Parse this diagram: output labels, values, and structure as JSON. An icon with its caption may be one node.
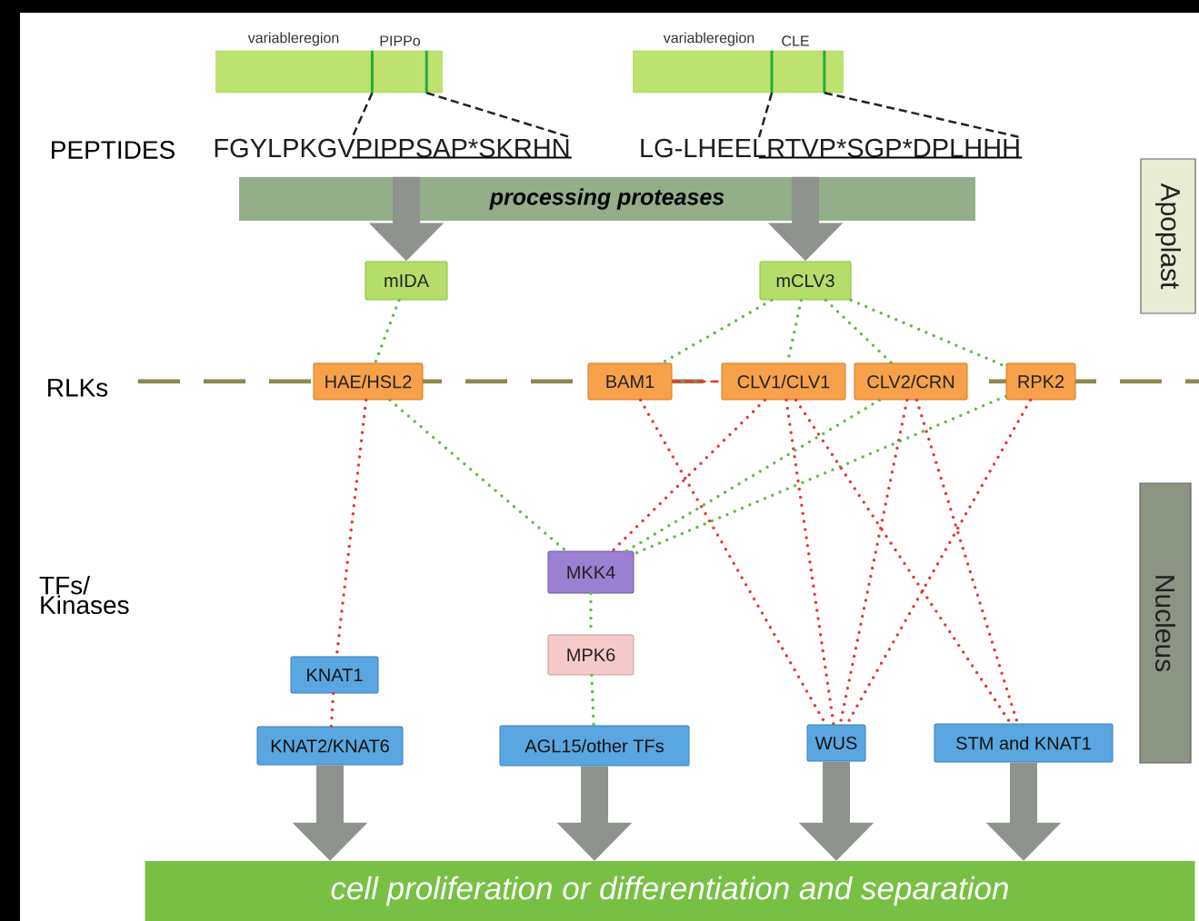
{
  "diagram": {
    "nodes": [
      {
        "text": [
          "variableregion",
          "PIPPo"
        ]
      },
      {
        "text": [
          "variableregion",
          "CLE"
        ]
      },
      {
        "text": [
          "FGYLPKGVPIPPSAP*SKRHN"
        ]
      },
      {
        "text": [
          "LG-LHEELRTVP*SGP*DPLHHH"
        ]
      },
      {
        "text": [
          "processing proteases"
        ]
      },
      {
        "text": [
          "mIDA"
        ]
      },
      {
        "text": [
          "mCLV3"
        ]
      },
      {
        "text": [
          "HAE/HSL2"
        ]
      },
      {
        "text": [
          "BAM1"
        ]
      },
      {
        "text": [
          "CLV1/CLV1"
        ]
      },
      {
        "text": [
          "CLV2/CRN"
        ]
      },
      {
        "text": [
          "RPK2"
        ]
      },
      {
        "text": [
          "MKK4"
        ]
      },
      {
        "text": [
          "MPK6"
        ]
      },
      {
        "text": [
          "KNAT1"
        ]
      },
      {
        "text": [
          "KNAT2/KNAT6"
        ]
      },
      {
        "text": [
          "AGL15/other TFs"
        ]
      },
      {
        "text": [
          "WUS"
        ]
      },
      {
        "text": [
          "STM and KNAT1"
        ]
      },
      {
        "text": [
          "cell proliferation or differentiation and separation"
        ]
      },
      {
        "text": [
          "Apoplast"
        ]
      },
      {
        "text": [
          "Nucleus"
        ]
      }
    ],
    "edges": [
      {
        "from": 0,
        "to": 2,
        "arrow": "none",
        "style": "dashed",
        "color": "#222222"
      },
      {
        "from": 0,
        "to": 2,
        "arrow": "none",
        "style": "dashed",
        "color": "#222222"
      },
      {
        "from": 1,
        "to": 3,
        "arrow": "none",
        "style": "dashed",
        "color": "#222222"
      },
      {
        "from": 1,
        "to": 3,
        "arrow": "none",
        "style": "dashed",
        "color": "#222222"
      },
      {
        "from": 4,
        "to": 5,
        "arrow": "to",
        "style": "thick",
        "color": "#8e938e"
      },
      {
        "from": 4,
        "to": 6,
        "arrow": "to",
        "style": "thick",
        "color": "#8e938e"
      },
      {
        "from": 5,
        "to": 7,
        "arrow": "none",
        "style": "dashed"
      },
      {
        "from": 6,
        "to": 8,
        "arrow": "none",
        "style": "dashed"
      },
      {
        "from": 6,
        "to": 9,
        "arrow": "none",
        "style": "dashed"
      },
      {
        "from": 6,
        "to": 10,
        "arrow": "none",
        "style": "dashed"
      },
      {
        "from": 6,
        "to": 11,
        "arrow": "none",
        "style": "dashed"
      },
      {
        "from": 8,
        "to": 9,
        "arrow": "none",
        "style": "dashed",
        "color": "#e8332a"
      },
      {
        "from": 7,
        "to": 14,
        "arrow": "none",
        "style": "dashed",
        "color": "#e53935"
      },
      {
        "from": 14,
        "to": 15,
        "arrow": "none",
        "style": "dashed",
        "color": "#e53935"
      },
      {
        "from": 7,
        "to": 12,
        "arrow": "none",
        "style": "dashed"
      },
      {
        "from": 12,
        "to": 13,
        "arrow": "none",
        "style": "dashed"
      },
      {
        "from": 13,
        "to": 16,
        "arrow": "none",
        "style": "dashed"
      },
      {
        "from": 9,
        "to": 12,
        "arrow": "none",
        "style": "dashed",
        "color": "#e53935"
      },
      {
        "from": 10,
        "to": 12,
        "arrow": "none",
        "style": "dashed"
      },
      {
        "from": 11,
        "to": 12,
        "arrow": "none",
        "style": "dashed"
      },
      {
        "from": 8,
        "to": 17,
        "arrow": "none",
        "style": "dashed",
        "color": "#e53935"
      },
      {
        "from": 9,
        "to": 17,
        "arrow": "none",
        "style": "dashed",
        "color": "#e53935"
      },
      {
        "from": 9,
        "to": 18,
        "arrow": "none",
        "style": "dashed",
        "color": "#e53935"
      },
      {
        "from": 10,
        "to": 17,
        "arrow": "none",
        "style": "dashed",
        "color": "#e53935"
      },
      {
        "from": 10,
        "to": 18,
        "arrow": "none",
        "style": "dashed",
        "color": "#e53935"
      },
      {
        "from": 11,
        "to": 17,
        "arrow": "none",
        "style": "dashed",
        "color": "#e53935"
      },
      {
        "from": 15,
        "to": 19,
        "arrow": "to",
        "style": "thick",
        "color": "#8e938e"
      },
      {
        "from": 16,
        "to": 19,
        "arrow": "to",
        "style": "thick",
        "color": "#8e938e"
      },
      {
        "from": 17,
        "to": 19,
        "arrow": "to",
        "style": "thick",
        "color": "#8e938e"
      },
      {
        "from": 18,
        "to": 19,
        "arrow": "to",
        "style": "thick",
        "color": "#8e938e"
      }
    ],
    "labels": [
      "PEPTIDES",
      "RLKs",
      "TFs/ Kinases"
    ]
  }
}
